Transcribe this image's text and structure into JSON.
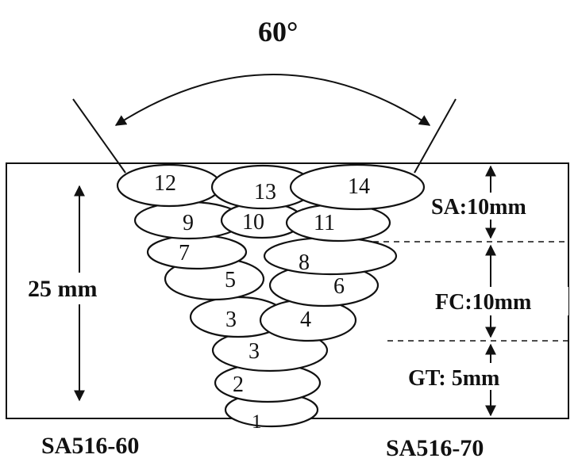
{
  "angle_label": "60°",
  "thickness_label": "25 mm",
  "zones": {
    "sa": "SA:10mm",
    "fc": "FC:10mm",
    "gt": "GT: 5mm"
  },
  "base_metals": {
    "left": "SA516-60",
    "right": "SA516-70"
  },
  "beads": [
    "1",
    "2",
    "3",
    "3",
    "4",
    "5",
    "6",
    "7",
    "8",
    "9",
    "10",
    "11",
    "12",
    "13",
    "14"
  ]
}
